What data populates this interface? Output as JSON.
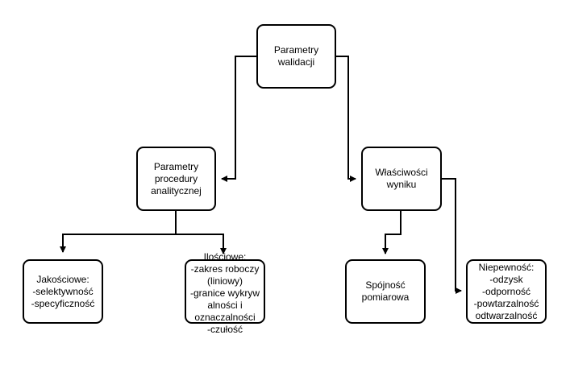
{
  "nodes": {
    "root": {
      "lines": [
        "Parametry",
        "walidacji"
      ]
    },
    "procedury": {
      "lines": [
        "Parametry",
        "procedury",
        "analitycznej"
      ]
    },
    "wlasciwosci": {
      "lines": [
        "Właściwości",
        "wyniku"
      ]
    },
    "jakosciowe": {
      "lines": [
        "Jakościowe:",
        "-selektywność",
        "-specyficzność"
      ]
    },
    "ilosciowe": {
      "lines": [
        "Ilościowe:",
        "-zakres roboczy",
        "(liniowy)",
        "-granice wykryw",
        "alności i",
        "oznaczalności",
        "-czułość"
      ]
    },
    "spojnosc": {
      "lines": [
        "Spójność",
        "pomiarowa"
      ]
    },
    "niepewnosc": {
      "lines": [
        "Niepewność:",
        "-odzysk",
        "-odporność",
        "-powtarzalność",
        "odtwarzalność"
      ]
    }
  }
}
